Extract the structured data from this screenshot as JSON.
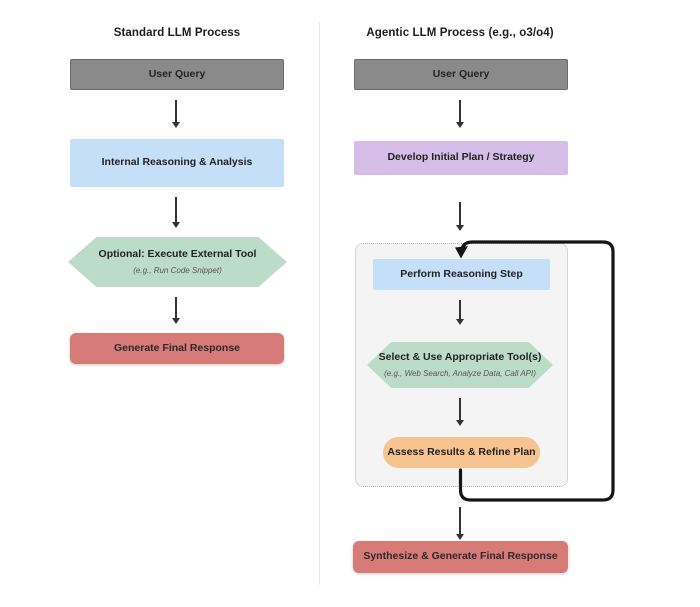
{
  "left": {
    "title": "Standard LLM Process",
    "user_query": "User Query",
    "internal_reasoning": "Internal Reasoning & Analysis",
    "external_tool": "Optional: Execute External Tool",
    "external_tool_example": "(e.g., Run Code Snippet)",
    "final_response": "Generate Final Response"
  },
  "right": {
    "title": "Agentic LLM Process (e.g., o3/o4)",
    "user_query": "User Query",
    "develop_plan": "Develop Initial Plan / Strategy",
    "loop": {
      "reasoning_step": "Perform Reasoning Step",
      "select_tools": "Select & Use Appropriate Tool(s)",
      "select_tools_example": "(e.g., Web Search, Analyze Data, Call API)",
      "assess_results": "Assess Results & Refine Plan"
    },
    "final_response": "Synthesize & Generate Final Response"
  },
  "colors": {
    "node_gray": "#8a8a8a",
    "node_gray_border": "#6b6b6b",
    "node_blue": "#c5dff8",
    "node_purple": "#d5bde8",
    "node_green": "#bcdcc9",
    "node_orange": "#f5c490",
    "node_red": "#d67b78",
    "container_bg": "#f4f4f4",
    "loop_stroke": "#151515"
  }
}
